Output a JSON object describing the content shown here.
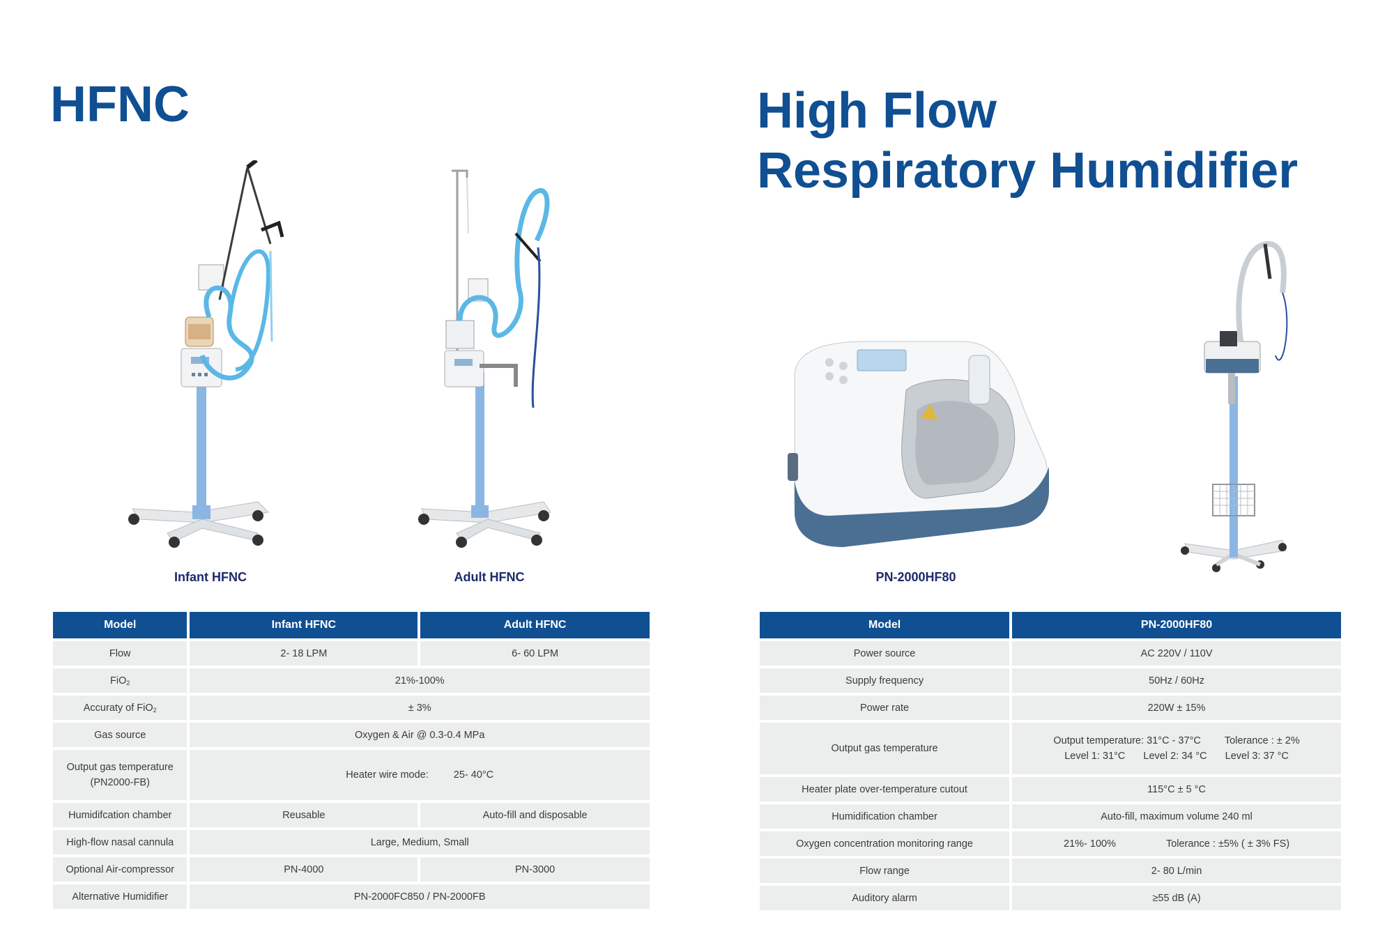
{
  "left": {
    "title": "HFNC",
    "products": [
      {
        "caption": "Infant HFNC"
      },
      {
        "caption": "Adult HFNC"
      }
    ],
    "table": {
      "headers": [
        "Model",
        "Infant HFNC",
        "Adult HFNC"
      ],
      "rows": [
        {
          "label": "Flow",
          "infant": "2- 18 LPM",
          "adult": "6- 60 LPM"
        },
        {
          "label": "FiO",
          "label_sub": "2",
          "value": "21%-100%"
        },
        {
          "label": "Accuraty of FiO",
          "label_sub": "2",
          "value": "± 3%"
        },
        {
          "label": "Gas source",
          "value": "Oxygen & Air @ 0.3-0.4 MPa"
        },
        {
          "label": "Output gas temperature (PN2000-FB)",
          "mode": "Heater wire mode:",
          "value": "25- 40°C"
        },
        {
          "label": "Humidifcation chamber",
          "infant": "Reusable",
          "adult": "Auto-fill and disposable"
        },
        {
          "label": "High-flow nasal cannula",
          "value": "Large, Medium, Small"
        },
        {
          "label": "Optional Air-compressor",
          "infant": "PN-4000",
          "adult": "PN-3000"
        },
        {
          "label": "Alternative Humidifier",
          "value": "PN-2000FC850 / PN-2000FB"
        }
      ]
    }
  },
  "right": {
    "title_line1": "High Flow",
    "title_line2": "Respiratory Humidifier",
    "product_caption": "PN-2000HF80",
    "table": {
      "headers": [
        "Model",
        "PN-2000HF80"
      ],
      "rows": [
        {
          "label": "Power source",
          "value": "AC 220V / 110V"
        },
        {
          "label": "Supply frequency",
          "value": "50Hz / 60Hz"
        },
        {
          "label": "Power rate",
          "value": "220W ± 15%"
        },
        {
          "label": "Output gas temperature",
          "line1a": "Output temperature: 31°C - 37°C",
          "line1b": "Tolerance : ± 2%",
          "line2a": "Level 1: 31°C",
          "line2b": "Level 2: 34 °C",
          "line2c": "Level 3: 37 °C"
        },
        {
          "label": "Heater plate over-temperature cutout",
          "value": "115°C ± 5 °C"
        },
        {
          "label": "Humidification chamber",
          "value": "Auto-fill, maximum volume 240 ml"
        },
        {
          "label": "Oxygen concentration monitoring range",
          "value_a": "21%- 100%",
          "value_b": "Tolerance : ±5% ( ± 3% FS)"
        },
        {
          "label": "Flow range",
          "value": "2- 80 L/min"
        },
        {
          "label": "Auditory alarm",
          "value": "≥55 dB (A)"
        }
      ]
    }
  },
  "colors": {
    "brand_blue": "#0f4f92",
    "caption_navy": "#1d2a6b",
    "cell_gray": "#eceeee",
    "hose_blue": "#5bb8e6",
    "pole_blue": "#8bb6e4"
  }
}
